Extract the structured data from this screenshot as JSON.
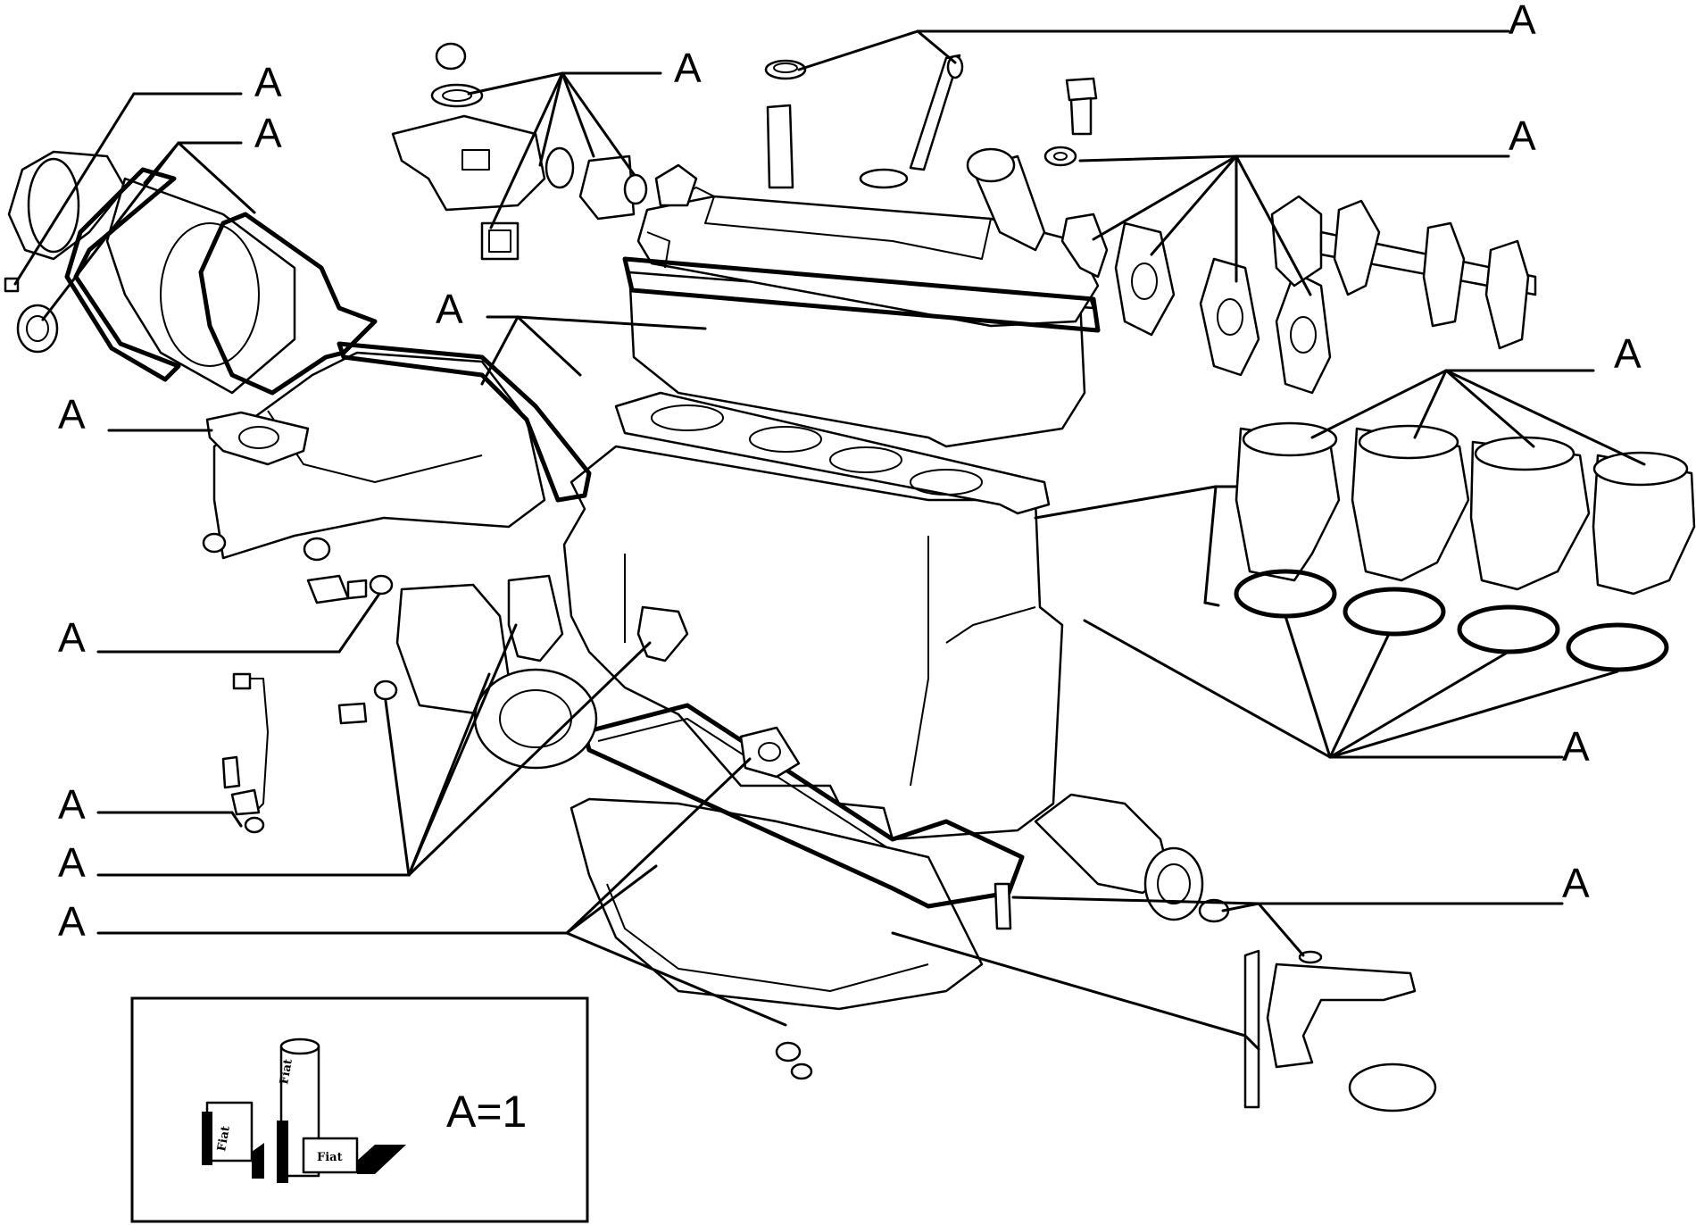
{
  "callout_letter": "A",
  "legend": {
    "text": "A=1",
    "brand_mark": "Fiat"
  },
  "colors": {
    "ink": "#000000",
    "paper": "#ffffff"
  }
}
